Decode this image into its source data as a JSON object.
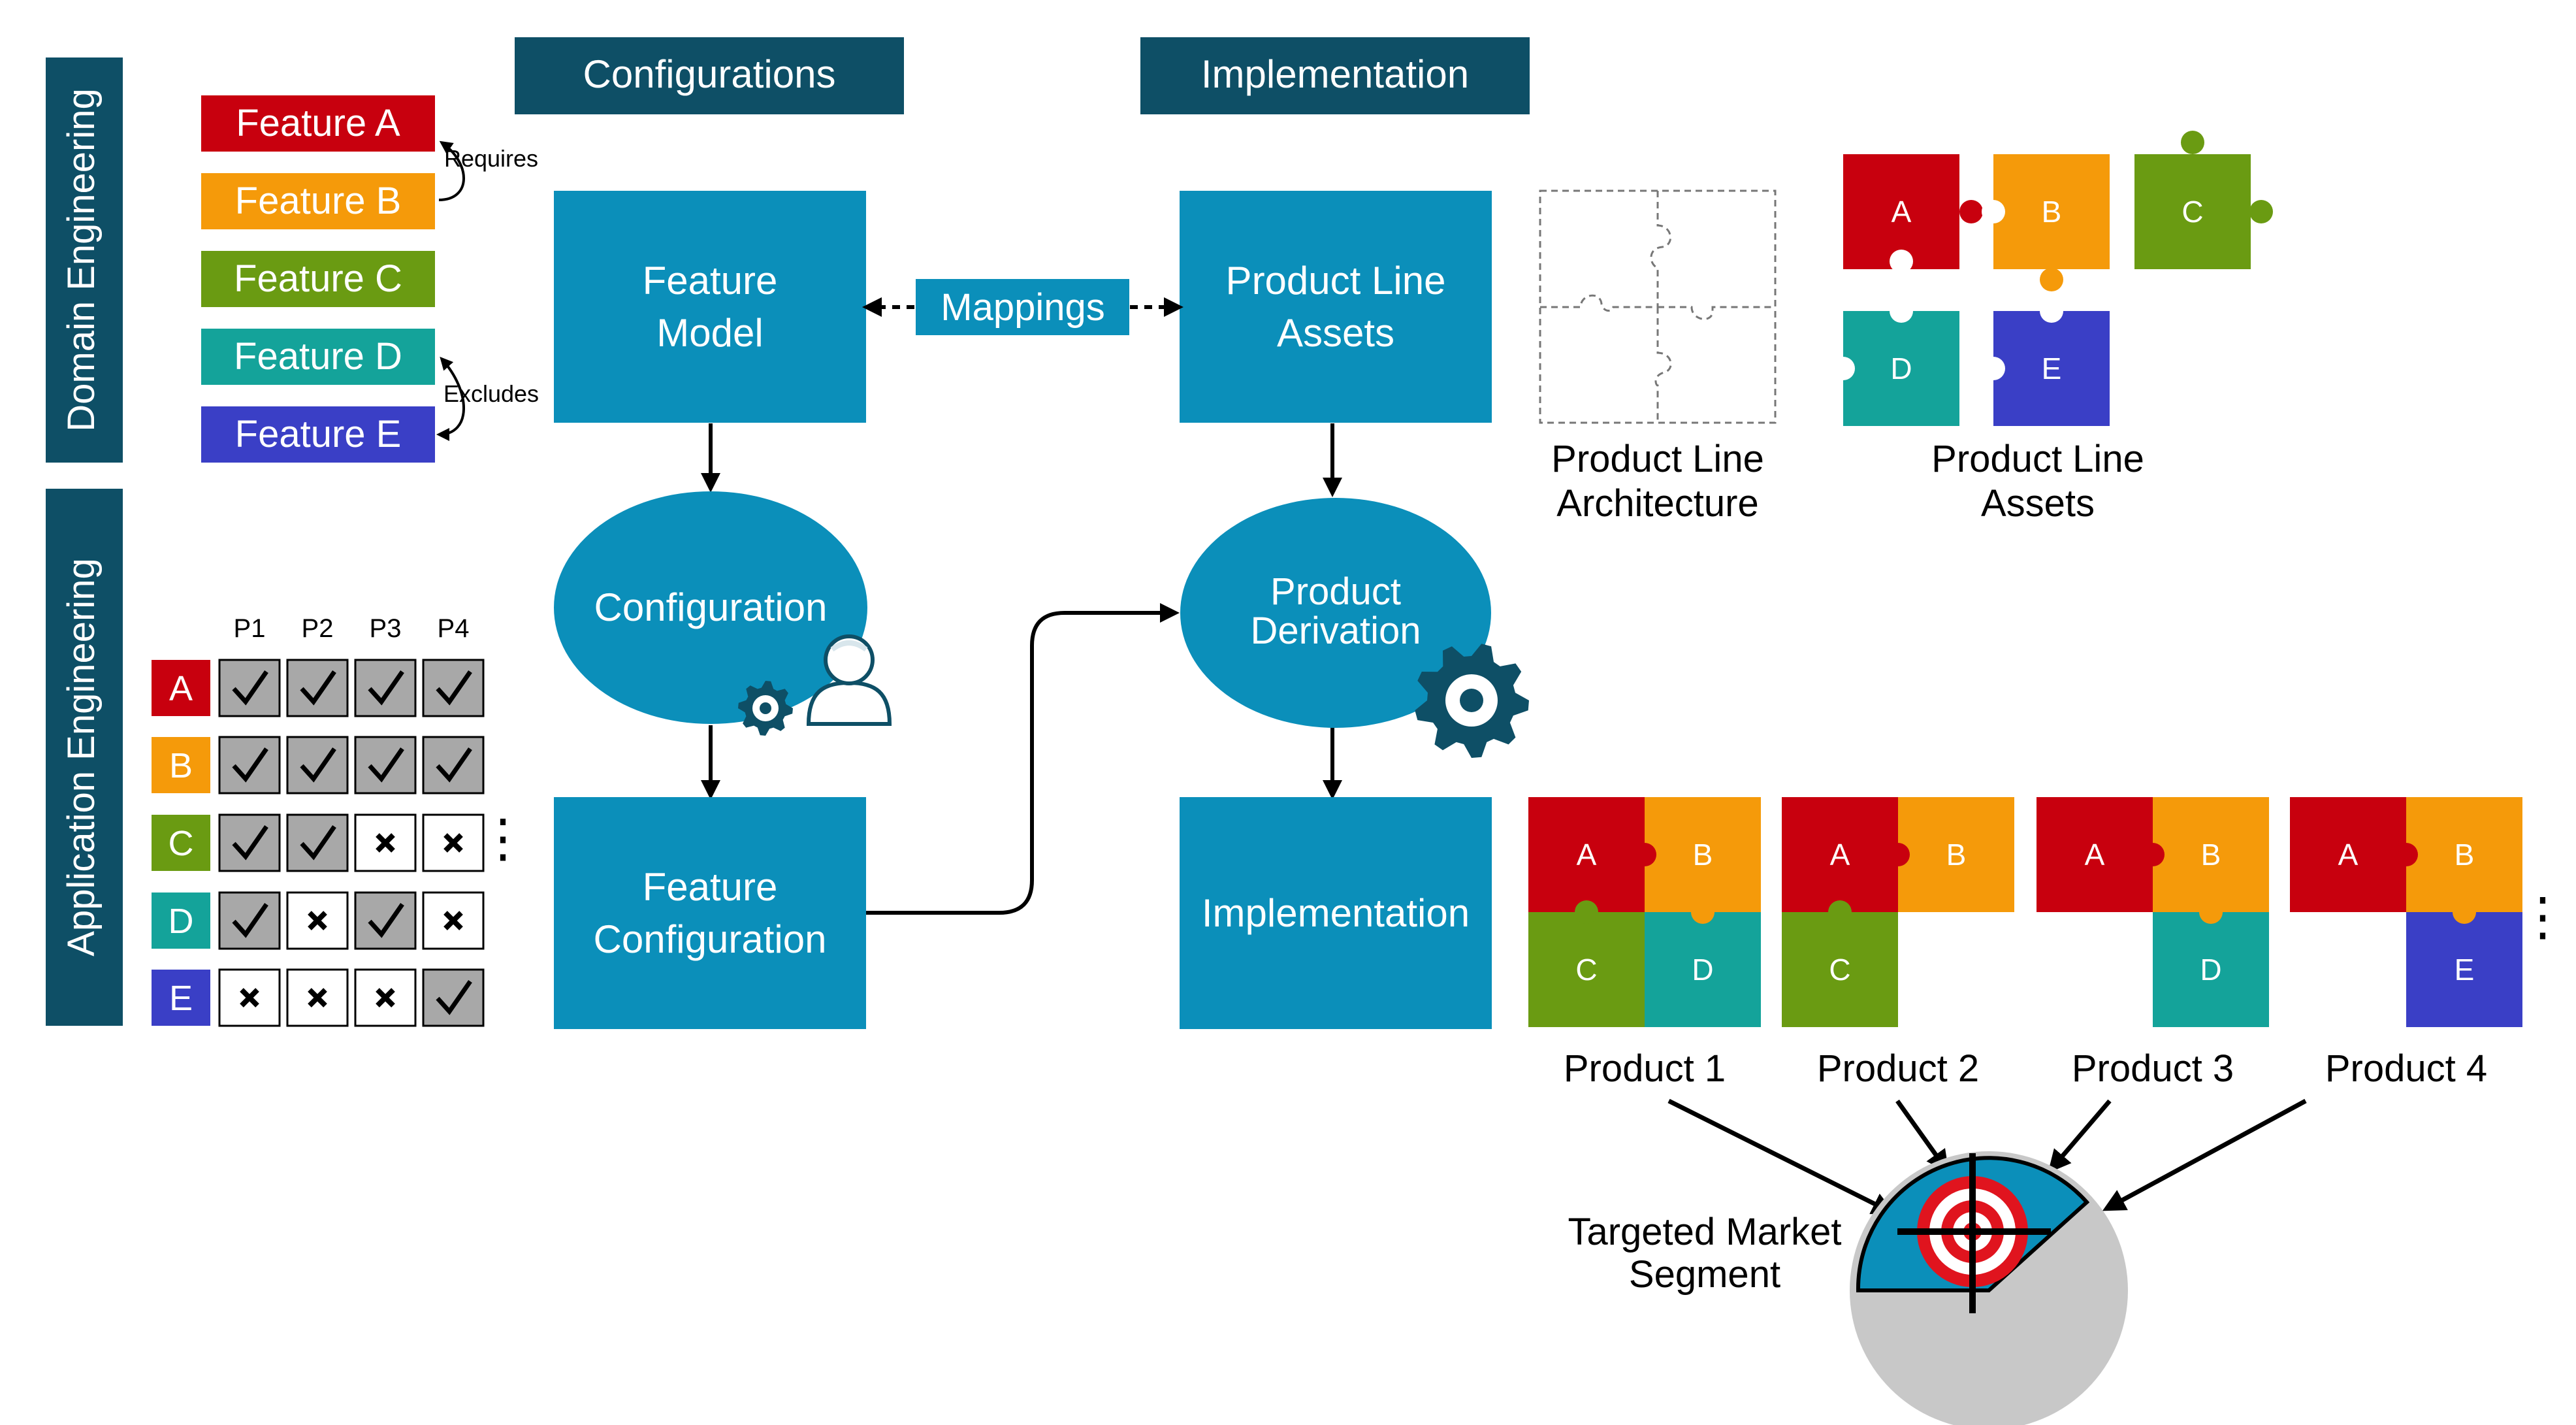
{
  "colors": {
    "dark_teal": "#0E4F66",
    "box_blue": "#0B8FBA",
    "feature_a": "#C8000E",
    "feature_b": "#F59A0A",
    "feature_c": "#6A9B12",
    "feature_d": "#14A39A",
    "feature_e": "#3A3FC6",
    "check_gray": "#A8A8A8",
    "pie_gray": "#C8C8C8"
  },
  "side_labels": {
    "domain": "Domain Engineering",
    "application": "Application Engineering"
  },
  "headers": {
    "configurations": "Configurations",
    "implementation": "Implementation"
  },
  "features": [
    {
      "label": "Feature A",
      "color": "#C8000E"
    },
    {
      "label": "Feature B",
      "color": "#F59A0A"
    },
    {
      "label": "Feature C",
      "color": "#6A9B12"
    },
    {
      "label": "Feature D",
      "color": "#14A39A"
    },
    {
      "label": "Feature E",
      "color": "#3A3FC6"
    }
  ],
  "constraints": {
    "requires": "Requires",
    "excludes": "Excludes"
  },
  "boxes": {
    "feature_model": [
      "Feature",
      "Model"
    ],
    "product_line_assets": [
      "Product Line",
      "Assets"
    ],
    "mappings": "Mappings",
    "configuration": "Configuration",
    "product_derivation": [
      "Product",
      "Derivation"
    ],
    "feature_configuration": [
      "Feature",
      "Configuration"
    ],
    "implementation": "Implementation"
  },
  "matrix": {
    "columns": [
      "P1",
      "P2",
      "P3",
      "P4"
    ],
    "rows": [
      {
        "label": "A",
        "values": [
          true,
          true,
          true,
          true
        ]
      },
      {
        "label": "B",
        "values": [
          true,
          true,
          true,
          true
        ]
      },
      {
        "label": "C",
        "values": [
          true,
          true,
          false,
          false
        ]
      },
      {
        "label": "D",
        "values": [
          true,
          false,
          true,
          false
        ]
      },
      {
        "label": "E",
        "values": [
          false,
          false,
          false,
          true
        ]
      }
    ],
    "more": "⋮"
  },
  "puzzle_letters": [
    "A",
    "B",
    "C",
    "D",
    "E"
  ],
  "captions": {
    "architecture": [
      "Product Line",
      "Architecture"
    ],
    "assets": [
      "Product Line",
      "Assets"
    ]
  },
  "products": [
    {
      "label": "Product 1",
      "pieces": [
        "A",
        "B",
        "C",
        "D"
      ]
    },
    {
      "label": "Product 2",
      "pieces": [
        "A",
        "B",
        "C"
      ]
    },
    {
      "label": "Product 3",
      "pieces": [
        "A",
        "B",
        "D"
      ]
    },
    {
      "label": "Product 4",
      "pieces": [
        "A",
        "B",
        "E"
      ]
    }
  ],
  "products_more": "⋮",
  "market": [
    "Targeted Market",
    "Segment"
  ]
}
